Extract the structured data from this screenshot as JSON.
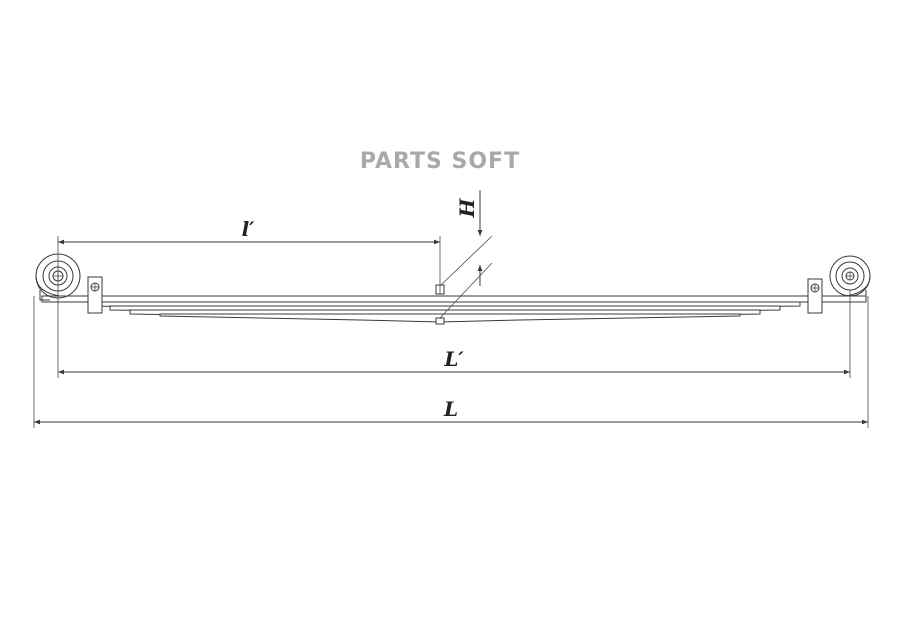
{
  "watermark": "PARTS SOFT",
  "dimensions": {
    "half_length": "l′",
    "height": "H",
    "eye_to_eye_length": "L′",
    "overall_length": "L"
  },
  "colors": {
    "line": "#3a3a3a",
    "watermark": "#a9a9a9",
    "background": "#ffffff"
  }
}
